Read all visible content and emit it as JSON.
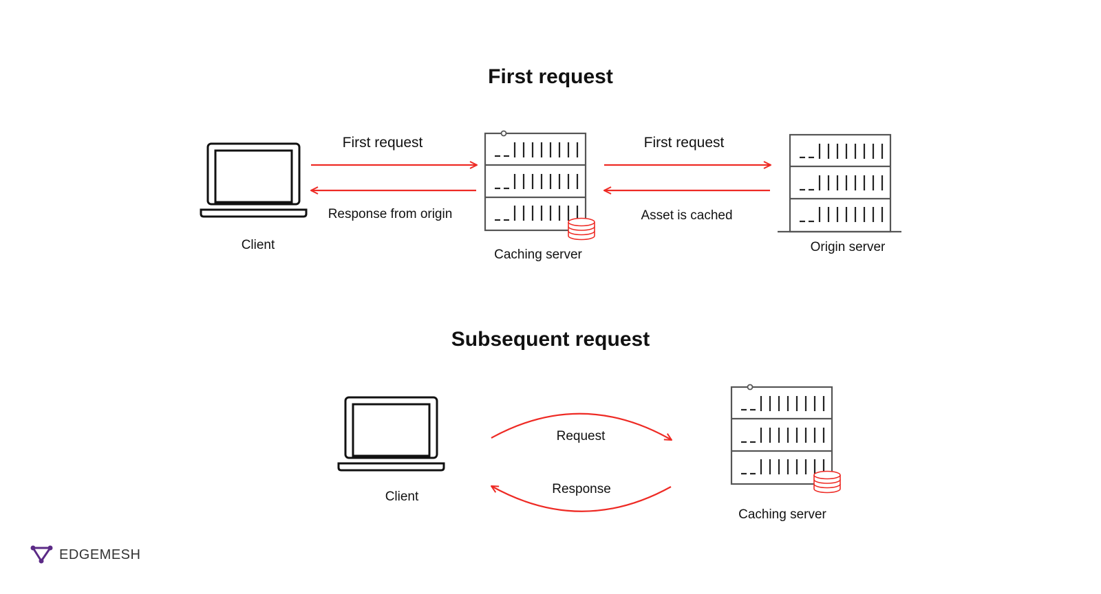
{
  "colors": {
    "arrow": "#ee2a24",
    "text": "#111111",
    "rack": "#555555",
    "database": "#ee2a24",
    "logo": "#5b2a86"
  },
  "section1": {
    "title": "First request",
    "client_label": "Client",
    "caching_label": "Caching server",
    "origin_label": "Origin server",
    "arrow_client_to_cache": "First request",
    "arrow_cache_to_client": "Response from origin",
    "arrow_cache_to_origin": "First request",
    "arrow_origin_to_cache": "Asset is cached"
  },
  "section2": {
    "title": "Subsequent request",
    "client_label": "Client",
    "caching_label": "Caching server",
    "arrow_request": "Request",
    "arrow_response": "Response"
  },
  "logo": {
    "text": "EDGEMESH",
    "icon": "edgemesh-logo-icon"
  }
}
